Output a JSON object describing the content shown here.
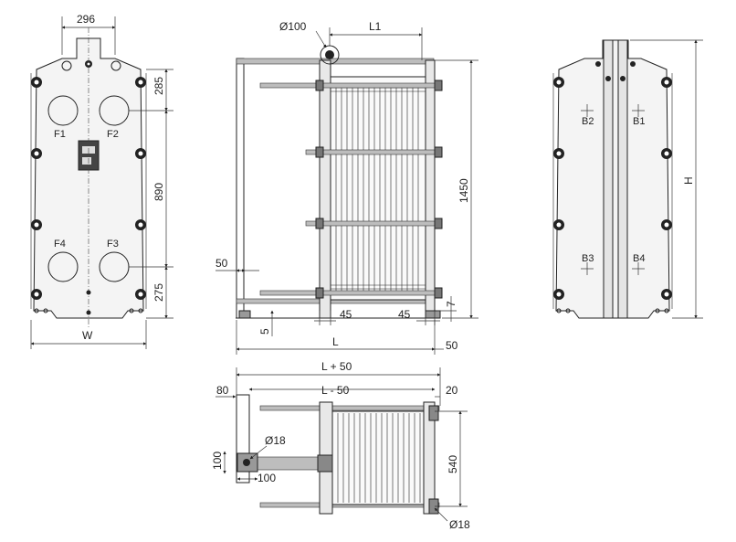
{
  "front_view": {
    "dim_top": "296",
    "dim_upper": "285",
    "dim_middle": "890",
    "dim_lower": "275",
    "dim_width": "W",
    "ports": [
      "F1",
      "F2",
      "F4",
      "F3"
    ]
  },
  "side_view": {
    "port_dia": "Ø100",
    "dim_l1": "L1",
    "dim_height": "1450",
    "dim_50_left": "50",
    "dim_5": "5",
    "dim_45_left": "45",
    "dim_45_right": "45",
    "dim_7": "7",
    "dim_l": "L",
    "dim_50_right": "50"
  },
  "back_view": {
    "ports": [
      "B2",
      "B1",
      "B3",
      "B4"
    ],
    "dim_h": "H"
  },
  "top_view": {
    "dim_l_plus": "L + 50",
    "dim_80": "80",
    "dim_l_minus": "L - 50",
    "dim_20": "20",
    "hole_left": "Ø18",
    "dim_100_v": "100",
    "dim_100_h": "100",
    "dim_540": "540",
    "hole_right": "Ø18"
  }
}
